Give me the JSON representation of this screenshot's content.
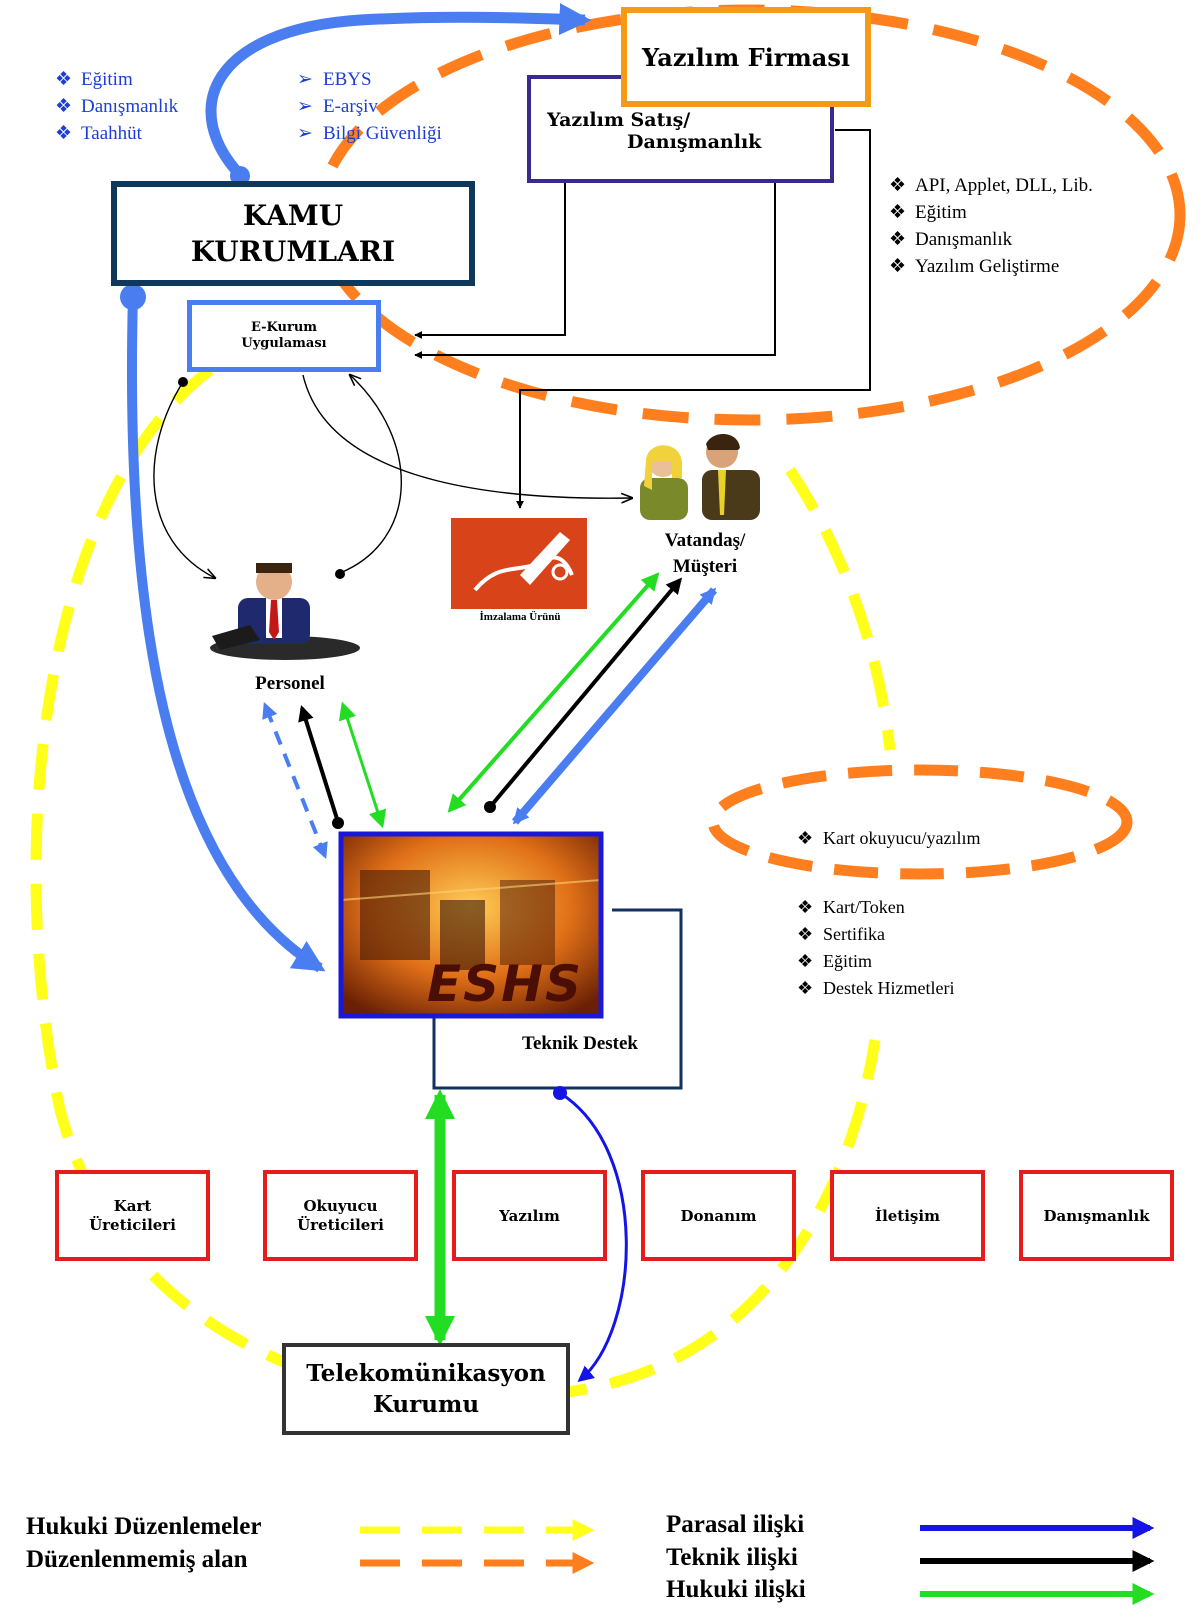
{
  "nodes": {
    "yazilim_firmasi": "Yazılım Firması",
    "yazilim_satis_line1": "Yazılım Satış/",
    "yazilim_satis_line2": "Danışmanlık",
    "kamu_line1": "KAMU",
    "kamu_line2": "KURUMLARI",
    "ekurum_line1": "E-Kurum",
    "ekurum_line2": "Uygulaması",
    "imzalama": "İmzalama Ürünü",
    "vatandas_line1": "Vatandaş/",
    "vatandas_line2": "Müşteri",
    "personel": "Personel",
    "eshs": "ESHS",
    "teknik_destek": "Teknik Destek",
    "telekom_line1": "Telekomünikasyon",
    "telekom_line2": "Kurumu"
  },
  "kamu_services": [
    "Eğitim",
    "Danışmanlık",
    "Taahhüt"
  ],
  "kamu_products": [
    "EBYS",
    "E-arşiv",
    "Bilgi Güvenliği"
  ],
  "firma_services": [
    "API, Applet, DLL, Lib.",
    "Eğitim",
    "Danışmanlık",
    "Yazılım Geliştirme"
  ],
  "kart_okuyucu": "Kart okuyucu/yazılım",
  "eshs_services": [
    "Kart/Token",
    "Sertifika",
    "Eğitim",
    "Destek Hizmetleri"
  ],
  "providers": [
    {
      "line1": "Kart",
      "line2": "Üreticileri"
    },
    {
      "line1": "Okuyucu",
      "line2": "Üreticileri"
    },
    {
      "line1": "Yazılım",
      "line2": ""
    },
    {
      "line1": "Donanım",
      "line2": ""
    },
    {
      "line1": "İletişim",
      "line2": ""
    },
    {
      "line1": "Danışmanlık",
      "line2": ""
    }
  ],
  "legend": {
    "hukuki_duzenlemeler": "Hukuki Düzenlemeler",
    "duzenlenmemis_alan": "Düzenlenmemiş alan",
    "parasal_iliski": "Parasal ilişki",
    "teknik_iliski": "Teknik ilişki",
    "hukuki_iliski": "Hukuki ilişki"
  },
  "colors": {
    "hukuki_duzenlemeler": "#ffff1a",
    "duzenlenmemis_alan": "#ff7f1f",
    "parasal_iliski": "#1414e6",
    "teknik_iliski": "#000000",
    "hukuki_iliski": "#22dd22",
    "relationship_blue": "#4a7ef0",
    "provider_border": "#e81b1b",
    "firma_border": "#f59a16"
  }
}
